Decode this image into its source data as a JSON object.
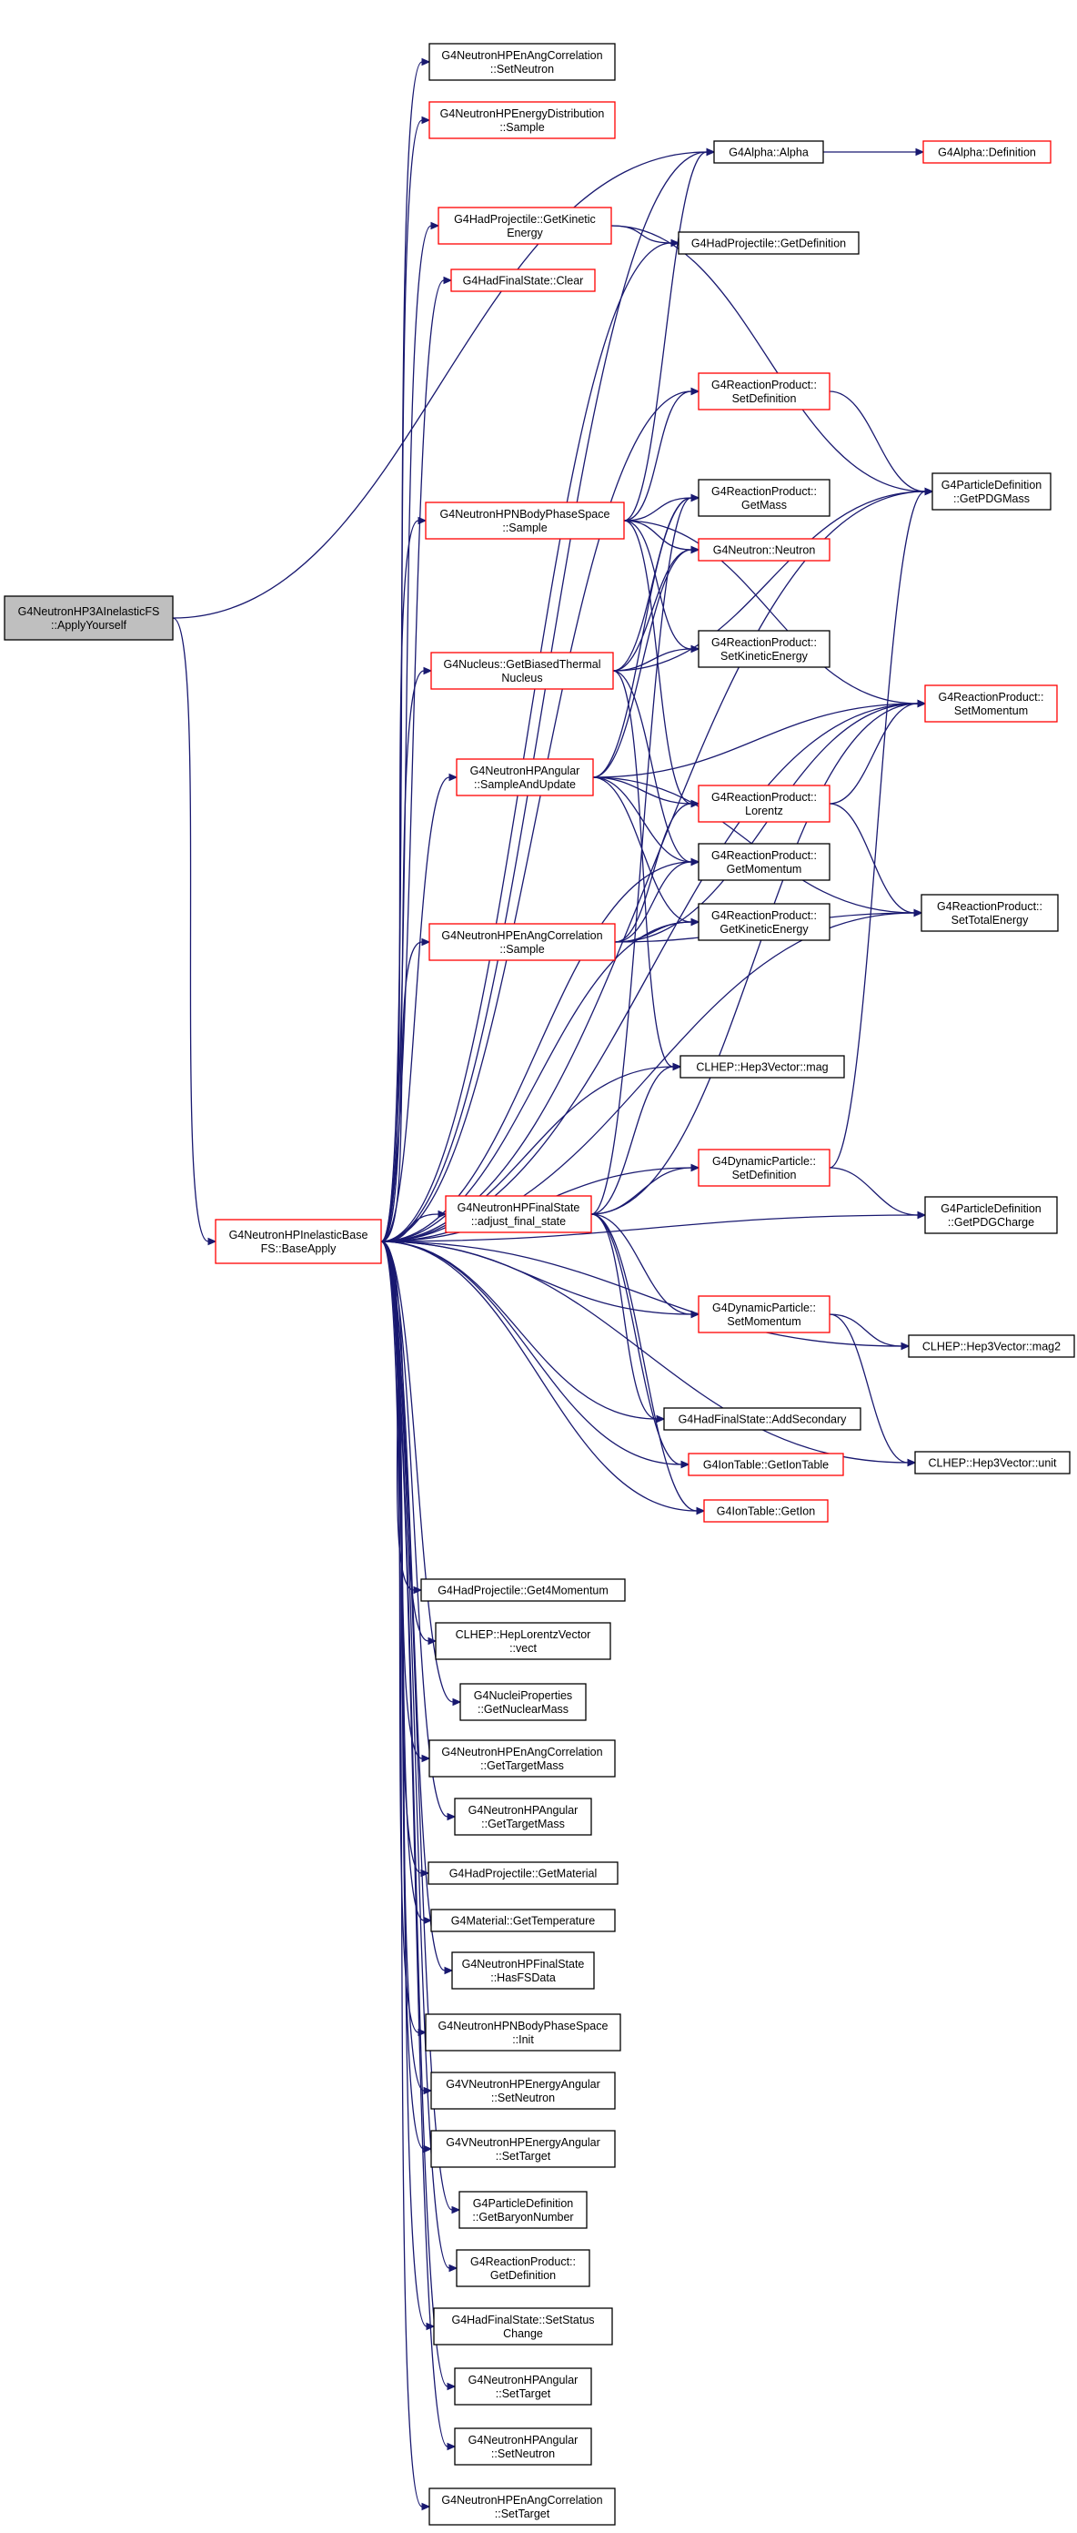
{
  "colors": {
    "edge": "#191970",
    "node_border_red": "#ff0000",
    "node_border_black": "#000000",
    "root_fill": "#bfbfbf",
    "background": "#ffffff"
  },
  "nodes": {
    "root": {
      "lines": [
        "G4NeutronHP3AInelasticFS",
        "::ApplyYourself"
      ],
      "border": "black",
      "fill": "gray"
    },
    "base": {
      "lines": [
        "G4NeutronHPInelasticBase",
        "FS::BaseApply"
      ],
      "border": "red"
    },
    "encorr_setneutron": {
      "lines": [
        "G4NeutronHPEnAngCorrelation",
        "::SetNeutron"
      ],
      "border": "black"
    },
    "energydist_sample": {
      "lines": [
        "G4NeutronHPEnergyDistribution",
        "::Sample"
      ],
      "border": "red"
    },
    "alpha": {
      "lines": [
        "G4Alpha::Alpha"
      ],
      "border": "black"
    },
    "alpha_def": {
      "lines": [
        "G4Alpha::Definition"
      ],
      "border": "red"
    },
    "hadproj_kin": {
      "lines": [
        "G4HadProjectile::GetKinetic",
        "Energy"
      ],
      "border": "red"
    },
    "hadproj_getdef": {
      "lines": [
        "G4HadProjectile::GetDefinition"
      ],
      "border": "black"
    },
    "hadfs_clear": {
      "lines": [
        "G4HadFinalState::Clear"
      ],
      "border": "red"
    },
    "rp_setdef": {
      "lines": [
        "G4ReactionProduct::",
        "SetDefinition"
      ],
      "border": "red"
    },
    "pd_getpdgmass": {
      "lines": [
        "G4ParticleDefinition",
        "::GetPDGMass"
      ],
      "border": "black"
    },
    "nbody_sample": {
      "lines": [
        "G4NeutronHPNBodyPhaseSpace",
        "::Sample"
      ],
      "border": "red"
    },
    "rp_getmass": {
      "lines": [
        "G4ReactionProduct::",
        "GetMass"
      ],
      "border": "black"
    },
    "neutron": {
      "lines": [
        "G4Neutron::Neutron"
      ],
      "border": "red"
    },
    "nucleus_biased": {
      "lines": [
        "G4Nucleus::GetBiasedThermal",
        "Nucleus"
      ],
      "border": "red"
    },
    "rp_setkin": {
      "lines": [
        "G4ReactionProduct::",
        "SetKineticEnergy"
      ],
      "border": "black"
    },
    "rp_setmom": {
      "lines": [
        "G4ReactionProduct::",
        "SetMomentum"
      ],
      "border": "red"
    },
    "angular_sample": {
      "lines": [
        "G4NeutronHPAngular",
        "::SampleAndUpdate"
      ],
      "border": "red"
    },
    "rp_lorentz": {
      "lines": [
        "G4ReactionProduct::",
        "Lorentz"
      ],
      "border": "red"
    },
    "rp_getmom": {
      "lines": [
        "G4ReactionProduct::",
        "GetMomentum"
      ],
      "border": "black"
    },
    "rp_settotal": {
      "lines": [
        "G4ReactionProduct::",
        "SetTotalEnergy"
      ],
      "border": "black"
    },
    "encorr_sample": {
      "lines": [
        "G4NeutronHPEnAngCorrelation",
        "::Sample"
      ],
      "border": "red"
    },
    "rp_getkin": {
      "lines": [
        "G4ReactionProduct::",
        "GetKineticEnergy"
      ],
      "border": "black"
    },
    "hep3_mag": {
      "lines": [
        "CLHEP::Hep3Vector::mag"
      ],
      "border": "black"
    },
    "dp_setdef": {
      "lines": [
        "G4DynamicParticle::",
        "SetDefinition"
      ],
      "border": "red"
    },
    "fs_adjust": {
      "lines": [
        "G4NeutronHPFinalState",
        "::adjust_final_state"
      ],
      "border": "red"
    },
    "pd_getpdgcharge": {
      "lines": [
        "G4ParticleDefinition",
        "::GetPDGCharge"
      ],
      "border": "black"
    },
    "dp_setmom": {
      "lines": [
        "G4DynamicParticle::",
        "SetMomentum"
      ],
      "border": "red"
    },
    "hep3_mag2": {
      "lines": [
        "CLHEP::Hep3Vector::mag2"
      ],
      "border": "black"
    },
    "hadfs_addsec": {
      "lines": [
        "G4HadFinalState::AddSecondary"
      ],
      "border": "black"
    },
    "hep3_unit": {
      "lines": [
        "CLHEP::Hep3Vector::unit"
      ],
      "border": "black"
    },
    "iontable_get": {
      "lines": [
        "G4IonTable::GetIonTable"
      ],
      "border": "red"
    },
    "iontable_getion": {
      "lines": [
        "G4IonTable::GetIon"
      ],
      "border": "red"
    },
    "hadproj_get4mom": {
      "lines": [
        "G4HadProjectile::Get4Momentum"
      ],
      "border": "black"
    },
    "hlv_vect": {
      "lines": [
        "CLHEP::HepLorentzVector",
        "::vect"
      ],
      "border": "black"
    },
    "nuclei_mass": {
      "lines": [
        "G4NucleiProperties",
        "::GetNuclearMass"
      ],
      "border": "black"
    },
    "encorr_targetmass": {
      "lines": [
        "G4NeutronHPEnAngCorrelation",
        "::GetTargetMass"
      ],
      "border": "black"
    },
    "angular_targetmass": {
      "lines": [
        "G4NeutronHPAngular",
        "::GetTargetMass"
      ],
      "border": "black"
    },
    "hadproj_material": {
      "lines": [
        "G4HadProjectile::GetMaterial"
      ],
      "border": "black"
    },
    "material_temp": {
      "lines": [
        "G4Material::GetTemperature"
      ],
      "border": "black"
    },
    "fs_hasfs": {
      "lines": [
        "G4NeutronHPFinalState",
        "::HasFSData"
      ],
      "border": "black"
    },
    "nbody_init": {
      "lines": [
        "G4NeutronHPNBodyPhaseSpace",
        "::Init"
      ],
      "border": "black"
    },
    "vea_setneutron": {
      "lines": [
        "G4VNeutronHPEnergyAngular",
        "::SetNeutron"
      ],
      "border": "black"
    },
    "vea_settarget": {
      "lines": [
        "G4VNeutronHPEnergyAngular",
        "::SetTarget"
      ],
      "border": "black"
    },
    "pd_baryon": {
      "lines": [
        "G4ParticleDefinition",
        "::GetBaryonNumber"
      ],
      "border": "black"
    },
    "rp_getdef": {
      "lines": [
        "G4ReactionProduct::",
        "GetDefinition"
      ],
      "border": "black"
    },
    "hadfs_setstatus": {
      "lines": [
        "G4HadFinalState::SetStatus",
        "Change"
      ],
      "border": "black"
    },
    "angular_settarget": {
      "lines": [
        "G4NeutronHPAngular",
        "::SetTarget"
      ],
      "border": "black"
    },
    "angular_setneutron": {
      "lines": [
        "G4NeutronHPAngular",
        "::SetNeutron"
      ],
      "border": "black"
    },
    "encorr_settarget": {
      "lines": [
        "G4NeutronHPEnAngCorrelation",
        "::SetTarget"
      ],
      "border": "black"
    }
  },
  "edges": [
    [
      "root",
      "base"
    ],
    [
      "root",
      "alpha"
    ],
    [
      "base",
      "encorr_setneutron"
    ],
    [
      "base",
      "energydist_sample"
    ],
    [
      "base",
      "alpha"
    ],
    [
      "base",
      "hadproj_kin"
    ],
    [
      "base",
      "hadproj_getdef"
    ],
    [
      "base",
      "hadfs_clear"
    ],
    [
      "base",
      "rp_setdef"
    ],
    [
      "base",
      "pd_getpdgmass"
    ],
    [
      "base",
      "nbody_sample"
    ],
    [
      "base",
      "nucleus_biased"
    ],
    [
      "base",
      "rp_setmom"
    ],
    [
      "base",
      "angular_sample"
    ],
    [
      "base",
      "rp_getmom"
    ],
    [
      "base",
      "encorr_sample"
    ],
    [
      "base",
      "rp_getkin"
    ],
    [
      "base",
      "hep3_mag"
    ],
    [
      "base",
      "dp_setdef"
    ],
    [
      "base",
      "fs_adjust"
    ],
    [
      "base",
      "pd_getpdgcharge"
    ],
    [
      "base",
      "dp_setmom"
    ],
    [
      "base",
      "hep3_mag2"
    ],
    [
      "base",
      "hadfs_addsec"
    ],
    [
      "base",
      "iontable_get"
    ],
    [
      "base",
      "iontable_getion"
    ],
    [
      "base",
      "hep3_unit"
    ],
    [
      "base",
      "rp_settotal"
    ],
    [
      "base",
      "hadproj_get4mom"
    ],
    [
      "base",
      "hlv_vect"
    ],
    [
      "base",
      "nuclei_mass"
    ],
    [
      "base",
      "encorr_targetmass"
    ],
    [
      "base",
      "angular_targetmass"
    ],
    [
      "base",
      "hadproj_material"
    ],
    [
      "base",
      "material_temp"
    ],
    [
      "base",
      "fs_hasfs"
    ],
    [
      "base",
      "nbody_init"
    ],
    [
      "base",
      "vea_setneutron"
    ],
    [
      "base",
      "vea_settarget"
    ],
    [
      "base",
      "pd_baryon"
    ],
    [
      "base",
      "rp_getdef"
    ],
    [
      "base",
      "hadfs_setstatus"
    ],
    [
      "base",
      "angular_settarget"
    ],
    [
      "base",
      "angular_setneutron"
    ],
    [
      "base",
      "encorr_settarget"
    ],
    [
      "alpha",
      "alpha_def"
    ],
    [
      "hadproj_kin",
      "hadproj_getdef"
    ],
    [
      "hadproj_kin",
      "pd_getpdgmass"
    ],
    [
      "rp_setdef",
      "pd_getpdgmass"
    ],
    [
      "nbody_sample",
      "alpha"
    ],
    [
      "nbody_sample",
      "rp_setdef"
    ],
    [
      "nbody_sample",
      "rp_getmass"
    ],
    [
      "nbody_sample",
      "neutron"
    ],
    [
      "nbody_sample",
      "rp_setkin"
    ],
    [
      "nbody_sample",
      "rp_lorentz"
    ],
    [
      "nbody_sample",
      "rp_setmom"
    ],
    [
      "nucleus_biased",
      "rp_getmass"
    ],
    [
      "nucleus_biased",
      "neutron"
    ],
    [
      "nucleus_biased",
      "rp_setkin"
    ],
    [
      "nucleus_biased",
      "rp_getmom"
    ],
    [
      "nucleus_biased",
      "hep3_mag"
    ],
    [
      "nucleus_biased",
      "pd_getpdgmass"
    ],
    [
      "angular_sample",
      "rp_getmass"
    ],
    [
      "angular_sample",
      "neutron"
    ],
    [
      "angular_sample",
      "rp_setmom"
    ],
    [
      "angular_sample",
      "rp_lorentz"
    ],
    [
      "angular_sample",
      "rp_getmom"
    ],
    [
      "angular_sample",
      "rp_getkin"
    ],
    [
      "angular_sample",
      "rp_settotal"
    ],
    [
      "rp_lorentz",
      "rp_setmom"
    ],
    [
      "rp_lorentz",
      "rp_settotal"
    ],
    [
      "encorr_sample",
      "rp_lorentz"
    ],
    [
      "encorr_sample",
      "rp_getmom"
    ],
    [
      "encorr_sample",
      "rp_getkin"
    ],
    [
      "encorr_sample",
      "rp_setmom"
    ],
    [
      "encorr_sample",
      "rp_settotal"
    ],
    [
      "fs_adjust",
      "rp_getmass"
    ],
    [
      "fs_adjust",
      "dp_setdef"
    ],
    [
      "fs_adjust",
      "dp_setmom"
    ],
    [
      "fs_adjust",
      "hep3_mag"
    ],
    [
      "fs_adjust",
      "hadfs_addsec"
    ],
    [
      "fs_adjust",
      "iontable_get"
    ],
    [
      "fs_adjust",
      "iontable_getion"
    ],
    [
      "fs_adjust",
      "rp_setmom"
    ],
    [
      "dp_setdef",
      "pd_getpdgmass"
    ],
    [
      "dp_setdef",
      "pd_getpdgcharge"
    ],
    [
      "dp_setmom",
      "hep3_mag2"
    ],
    [
      "dp_setmom",
      "hep3_unit"
    ]
  ]
}
